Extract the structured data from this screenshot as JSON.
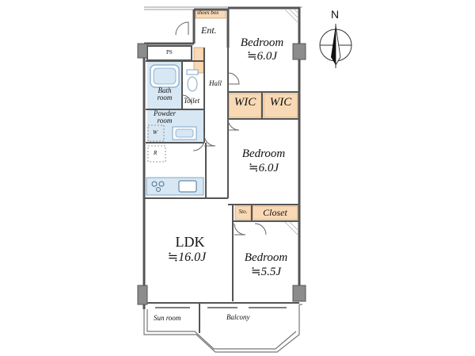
{
  "plan": {
    "north_label": "N",
    "rooms": {
      "entrance": "Ent.",
      "shoes_box": "shoes box",
      "ps": "PS",
      "bath": "Bath\nroom",
      "toilet": "Toilet",
      "hall": "Hall",
      "powder_room": "Powder\nroom",
      "washer": "W",
      "fridge": "R",
      "bedroom_1": {
        "name": "Bedroom",
        "area": "≒6.0J"
      },
      "wic_1": "WIC",
      "wic_2": "WIC",
      "bedroom_2": {
        "name": "Bedroom",
        "area": "≒6.0J"
      },
      "storage": "Sto.",
      "closet": "Closet",
      "bedroom_3": {
        "name": "Bedroom",
        "area": "≒5.5J"
      },
      "ldk": {
        "name": "LDK",
        "area": "≒16.0J"
      },
      "sun_room": "Sun room",
      "balcony": "Balcony"
    },
    "colors": {
      "wall": "#555555",
      "pillar": "#8c8c8c",
      "closet_fill": "#f9d9b5",
      "wet_area": "#d7e7f4",
      "fixture": "#7fa6c7"
    }
  }
}
